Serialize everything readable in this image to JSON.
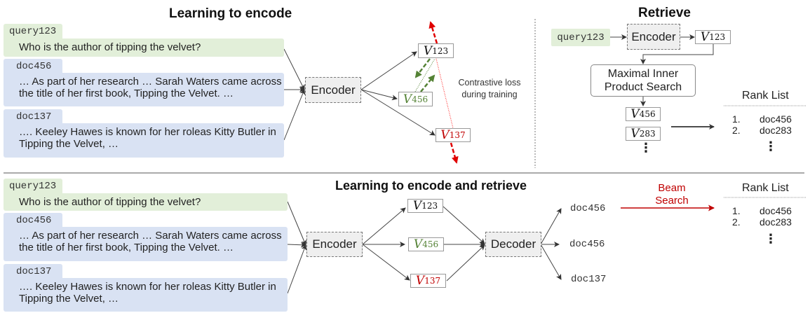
{
  "top_left": {
    "title": "Learning to encode",
    "query": {
      "id": "query123",
      "text": "Who is the author of tipping the velvet?"
    },
    "docs": [
      {
        "id": "doc456",
        "line1": "… As part of her research … Sarah Waters came across",
        "line2": "the title of her first book, Tipping the Velvet. …"
      },
      {
        "id": "doc137",
        "line1": "….  Keeley Hawes is known for her roleas Kitty Butler in",
        "line2": "Tipping the Velvet, …"
      }
    ],
    "encoder_label": "Encoder",
    "vectors": [
      {
        "name": "V",
        "sub": "123",
        "role": "query"
      },
      {
        "name": "V",
        "sub": "456",
        "role": "positive"
      },
      {
        "name": "V",
        "sub": "137",
        "role": "negative"
      }
    ],
    "annotation_line1": "Contrastive loss",
    "annotation_line2": "during training"
  },
  "top_right": {
    "title": "Retrieve",
    "query_id": "query123",
    "encoder_label": "Encoder",
    "query_vector": {
      "name": "V",
      "sub": "123"
    },
    "mips_line1": "Maximal Inner",
    "mips_line2": "Product Search",
    "result_vectors": [
      {
        "name": "V",
        "sub": "456"
      },
      {
        "name": "V",
        "sub": "283"
      }
    ],
    "ellipsis": "⋮",
    "rank_list": {
      "title": "Rank List",
      "items": [
        {
          "rank": "1.",
          "doc": "doc456"
        },
        {
          "rank": "2.",
          "doc": "doc283"
        }
      ],
      "ellipsis": "⋮"
    }
  },
  "bottom": {
    "title": "Learning to encode and retrieve",
    "query": {
      "id": "query123",
      "text": "Who is the author of tipping the velvet?"
    },
    "docs": [
      {
        "id": "doc456",
        "line1": "… As part of her research … Sarah Waters came across",
        "line2": "the title of her first book, Tipping the Velvet. …"
      },
      {
        "id": "doc137",
        "line1": "….  Keeley Hawes is known for her roleas Kitty Butler in",
        "line2": "Tipping the Velvet, …"
      }
    ],
    "encoder_label": "Encoder",
    "decoder_label": "Decoder",
    "vectors": [
      {
        "name": "V",
        "sub": "123"
      },
      {
        "name": "V",
        "sub": "456"
      },
      {
        "name": "V",
        "sub": "137"
      }
    ],
    "outputs": [
      "doc456",
      "doc456",
      "doc137"
    ],
    "beam_line1": "Beam",
    "beam_line2": "Search",
    "rank_list": {
      "title": "Rank List",
      "items": [
        {
          "rank": "1.",
          "doc": "doc456"
        },
        {
          "rank": "2.",
          "doc": "doc283"
        }
      ],
      "ellipsis": "⋮"
    }
  },
  "colors": {
    "query_bg": "#e2efd9",
    "doc_bg": "#d9e2f3",
    "positive": "#548235",
    "negative": "#c00000",
    "encoder_bg": "#efefef"
  }
}
